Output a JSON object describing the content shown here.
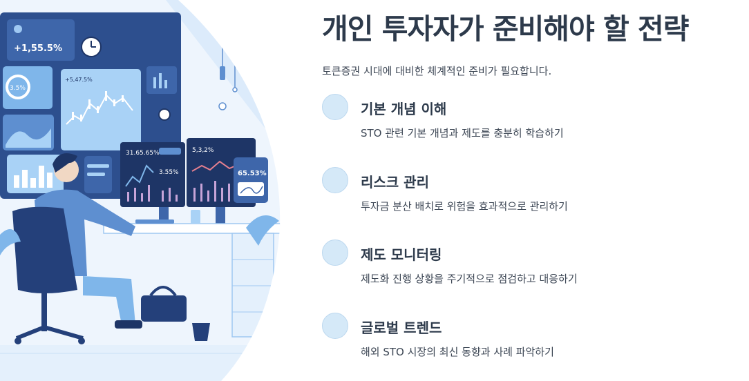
{
  "page": {
    "title": "개인 투자자가 준비해야 할 전략",
    "subtitle": "토큰증권 시대에 대비한 체계적인 준비가 필요합니다."
  },
  "items": [
    {
      "title": "기본 개념 이해",
      "description": "STO 관련 기본 개념과 제도를 충분히 학습하기"
    },
    {
      "title": "리스크 관리",
      "description": "투자금 분산 배치로 위험을 효과적으로 관리하기"
    },
    {
      "title": "제도 모니터링",
      "description": "제도화 진행 상황을 주기적으로 점검하고 대응하기"
    },
    {
      "title": "글로벌 트렌드",
      "description": "해외 STO 시장의 최신 동향과 사례 파악하기"
    }
  ],
  "illustration": {
    "wall_readout": "+1,55.5%",
    "wall_gauge": "3.5%",
    "wall_chart_label": "+5,47.5%",
    "monitor_left_value": "31.65.65%",
    "monitor_left_secondary": "3.55%",
    "monitor_middle_value": "5,3,2%",
    "tablet_value": "65.53%"
  },
  "colors": {
    "accent_dot": "#d5e9f8",
    "title": "#2d3a4b",
    "navy": "#24407a",
    "sky": "#7fb6ea"
  }
}
